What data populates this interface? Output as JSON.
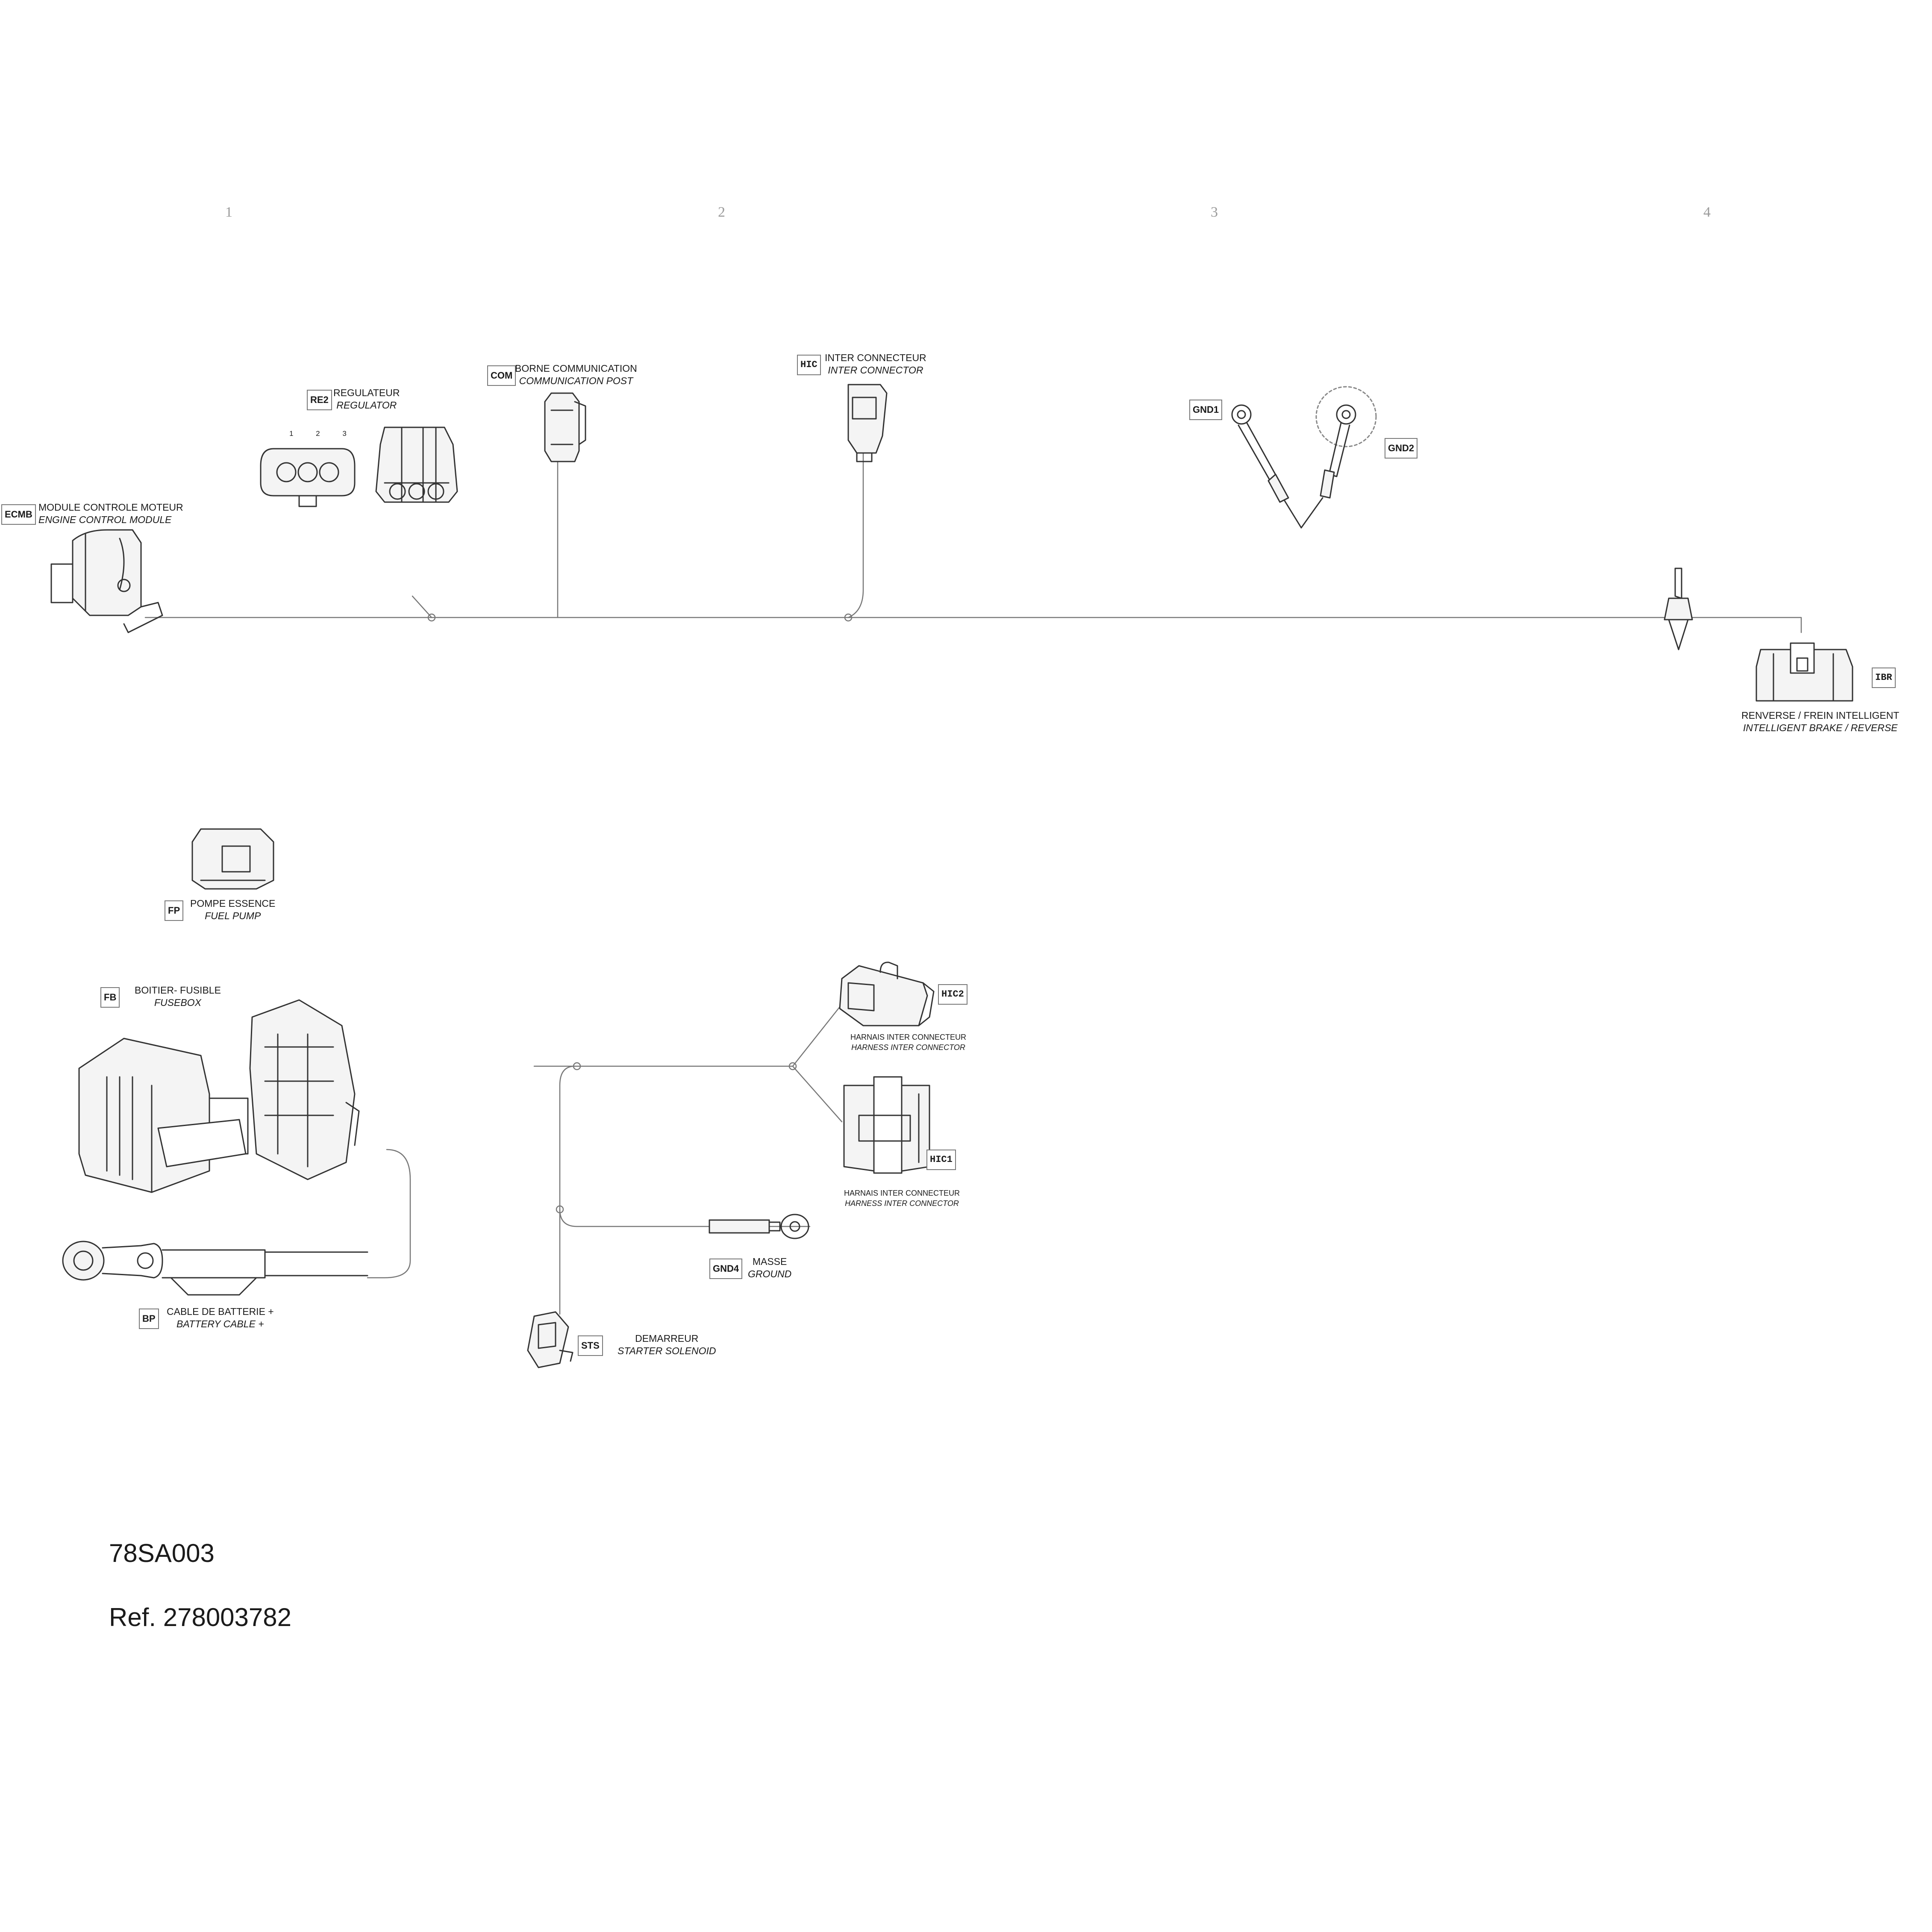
{
  "column_numbers": [
    "1",
    "2",
    "3",
    "4"
  ],
  "components": {
    "ecmb": {
      "tag": "ECMB",
      "fr": "MODULE CONTROLE MOTEUR",
      "en": "ENGINE CONTROL MODULE"
    },
    "re2": {
      "tag": "RE2",
      "fr": "REGULATEUR",
      "en": "REGULATOR",
      "pins": "1 2 3"
    },
    "com": {
      "tag": "COM",
      "fr": "BORNE COMMUNICATION",
      "en": "COMMUNICATION POST"
    },
    "hic": {
      "tag": "HIC",
      "fr": "INTER CONNECTEUR",
      "en": "INTER CONNECTOR"
    },
    "gnd1": {
      "tag": "GND1"
    },
    "gnd2": {
      "tag": "GND2"
    },
    "ibr": {
      "tag": "IBR",
      "fr": "RENVERSE / FREIN INTELLIGENT",
      "en": "INTELLIGENT BRAKE / REVERSE"
    },
    "fp": {
      "tag": "FP",
      "fr": "POMPE ESSENCE",
      "en": "FUEL PUMP"
    },
    "fb": {
      "tag": "FB",
      "fr": "BOITIER- FUSIBLE",
      "en": "FUSEBOX"
    },
    "bp": {
      "tag": "BP",
      "fr": "CABLE DE BATTERIE +",
      "en": "BATTERY CABLE +"
    },
    "hic2": {
      "tag": "HIC2",
      "fr": "HARNAIS INTER CONNECTEUR",
      "en": "HARNESS INTER CONNECTOR"
    },
    "hic1": {
      "tag": "HIC1",
      "fr": "HARNAIS INTER CONNECTEUR",
      "en": "HARNESS INTER CONNECTOR"
    },
    "gnd4": {
      "tag": "GND4",
      "fr": "MASSE",
      "en": "GROUND"
    },
    "sts": {
      "tag": "STS",
      "fr": "DEMARREUR",
      "en": "STARTER SOLENOID"
    }
  },
  "footer": {
    "code": "78SA003",
    "ref": "Ref. 278003782"
  },
  "colors": {
    "line": "#333333",
    "wire": "#777777",
    "fill": "#f4f4f4"
  }
}
